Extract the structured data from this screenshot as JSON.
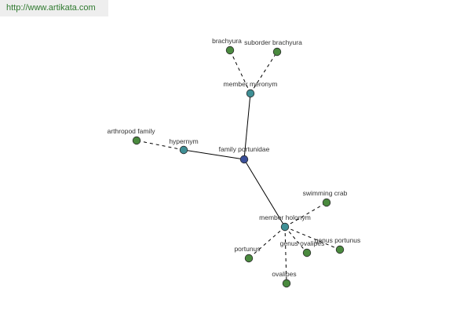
{
  "watermark": {
    "url": "http://www.artikata.com"
  },
  "colors": {
    "root": "#3a4f99",
    "relation": "#3f8f95",
    "term": "#4a8a3e",
    "node_stroke": "#2a2a2a"
  },
  "graph": {
    "nodes": [
      {
        "id": "root",
        "label": "family portunidae",
        "kind": "root"
      },
      {
        "id": "meronym",
        "label": "member meronym",
        "kind": "relation"
      },
      {
        "id": "hypernym",
        "label": "hypernym",
        "kind": "relation"
      },
      {
        "id": "holonym",
        "label": "member holonym",
        "kind": "relation"
      },
      {
        "id": "brachyura",
        "label": "brachyura",
        "kind": "term"
      },
      {
        "id": "suborder-brachyura",
        "label": "suborder brachyura",
        "kind": "term"
      },
      {
        "id": "arthropod-family",
        "label": "arthropod family",
        "kind": "term"
      },
      {
        "id": "swimming-crab",
        "label": "swimming crab",
        "kind": "term"
      },
      {
        "id": "portunus",
        "label": "portunus",
        "kind": "term"
      },
      {
        "id": "genus-ovalipes",
        "label": "genus ovalipes",
        "kind": "term"
      },
      {
        "id": "genus-portunus",
        "label": "genus portunus",
        "kind": "term"
      },
      {
        "id": "ovalipes",
        "label": "ovalipes",
        "kind": "term"
      }
    ],
    "edges": [
      {
        "from": "root",
        "to": "meronym",
        "style": "solid"
      },
      {
        "from": "root",
        "to": "hypernym",
        "style": "solid"
      },
      {
        "from": "root",
        "to": "holonym",
        "style": "solid"
      },
      {
        "from": "meronym",
        "to": "brachyura",
        "style": "dashed"
      },
      {
        "from": "meronym",
        "to": "suborder-brachyura",
        "style": "dashed"
      },
      {
        "from": "hypernym",
        "to": "arthropod-family",
        "style": "dashed"
      },
      {
        "from": "holonym",
        "to": "swimming-crab",
        "style": "dashed"
      },
      {
        "from": "holonym",
        "to": "portunus",
        "style": "dashed"
      },
      {
        "from": "holonym",
        "to": "genus-ovalipes",
        "style": "dashed"
      },
      {
        "from": "holonym",
        "to": "genus-portunus",
        "style": "dashed"
      },
      {
        "from": "holonym",
        "to": "ovalipes",
        "style": "dashed"
      }
    ]
  }
}
